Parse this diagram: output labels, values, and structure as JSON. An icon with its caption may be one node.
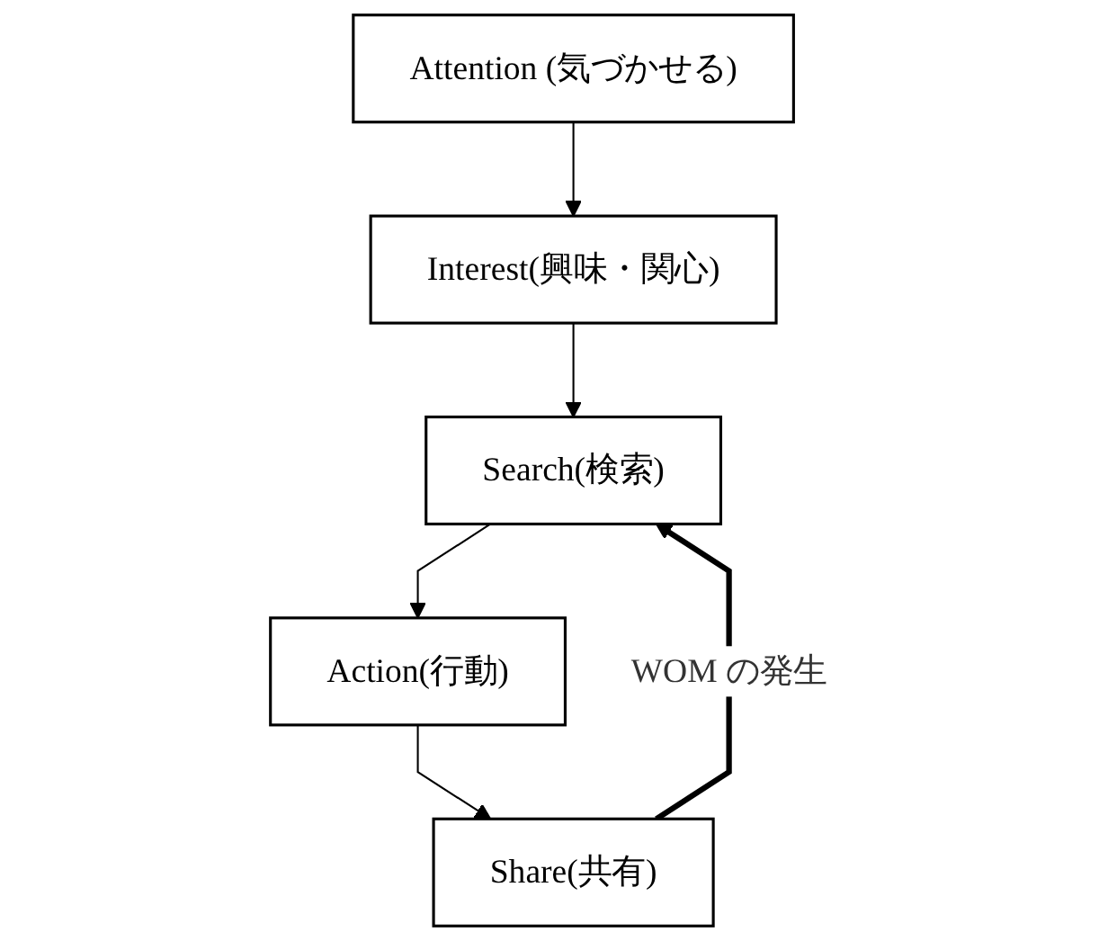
{
  "diagram": {
    "nodes": [
      {
        "text": [
          "Attention (気づかせる)"
        ]
      },
      {
        "text": [
          "Interest(興味・関心)"
        ]
      },
      {
        "text": [
          "Search(検索)"
        ]
      },
      {
        "text": [
          "Action(行動)"
        ]
      },
      {
        "text": [
          "Share(共有)"
        ]
      }
    ],
    "edges": [
      {
        "from": 0,
        "to": 1,
        "arrow": "to"
      },
      {
        "from": 1,
        "to": 2,
        "arrow": "to"
      },
      {
        "from": 2,
        "to": 3,
        "arrow": "to"
      },
      {
        "from": 3,
        "to": 4,
        "arrow": "to"
      },
      {
        "from": 4,
        "to": 2,
        "arrow": "to",
        "label": "WOM の発生",
        "style": "thick"
      }
    ]
  }
}
